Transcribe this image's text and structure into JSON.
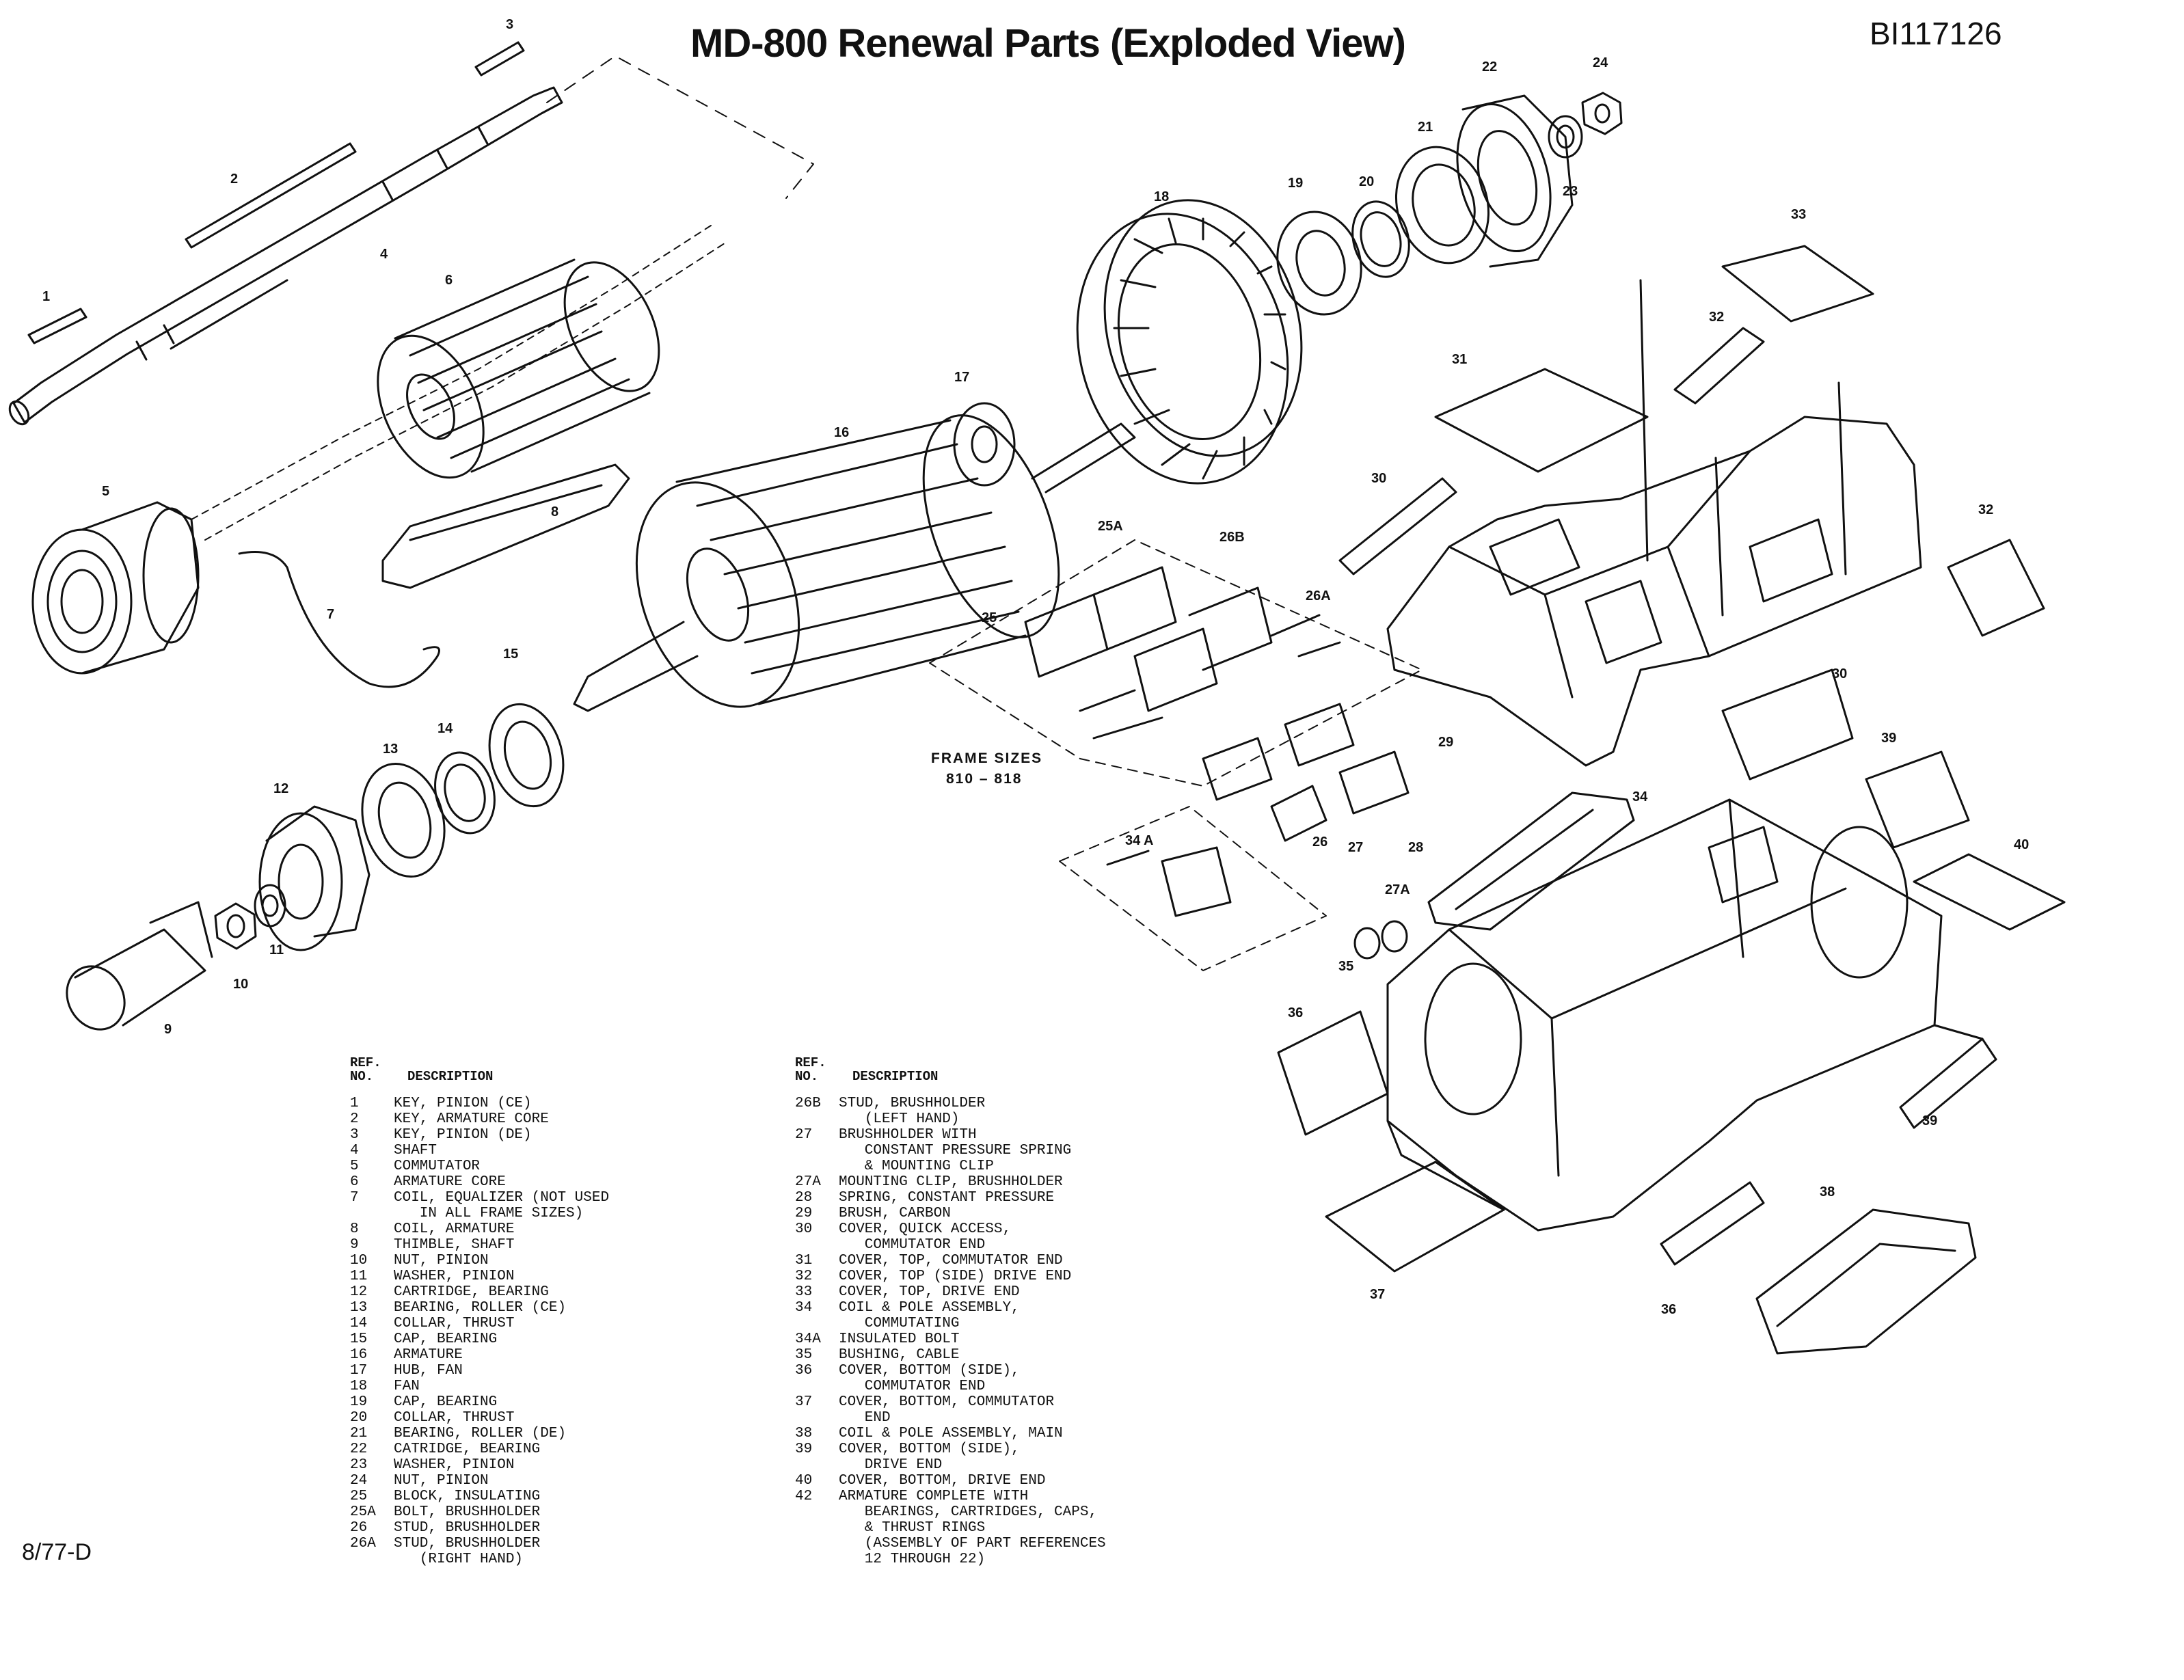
{
  "title": "MD-800 Renewal Parts (Exploded View)",
  "document_id": "BI117126",
  "revision_code": "8/77-D",
  "frame_sizes_label": "FRAME SIZES",
  "frame_sizes_range": "810 – 818",
  "legend": {
    "ref_header": "REF.\nNO.",
    "desc_header": "DESCRIPTION",
    "left": [
      {
        "ref": "1",
        "desc": "KEY, PINION (CE)"
      },
      {
        "ref": "2",
        "desc": "KEY, ARMATURE CORE"
      },
      {
        "ref": "3",
        "desc": "KEY, PINION (DE)"
      },
      {
        "ref": "4",
        "desc": "SHAFT"
      },
      {
        "ref": "5",
        "desc": "COMMUTATOR"
      },
      {
        "ref": "6",
        "desc": "ARMATURE CORE"
      },
      {
        "ref": "7",
        "desc": "COIL, EQUALIZER (NOT USED\n   IN ALL FRAME SIZES)"
      },
      {
        "ref": "8",
        "desc": "COIL, ARMATURE"
      },
      {
        "ref": "9",
        "desc": "THIMBLE, SHAFT"
      },
      {
        "ref": "10",
        "desc": "NUT, PINION"
      },
      {
        "ref": "11",
        "desc": "WASHER, PINION"
      },
      {
        "ref": "12",
        "desc": "CARTRIDGE, BEARING"
      },
      {
        "ref": "13",
        "desc": "BEARING, ROLLER (CE)"
      },
      {
        "ref": "14",
        "desc": "COLLAR, THRUST"
      },
      {
        "ref": "15",
        "desc": "CAP, BEARING"
      },
      {
        "ref": "16",
        "desc": "ARMATURE"
      },
      {
        "ref": "17",
        "desc": "HUB, FAN"
      },
      {
        "ref": "18",
        "desc": "FAN"
      },
      {
        "ref": "19",
        "desc": "CAP, BEARING"
      },
      {
        "ref": "20",
        "desc": "COLLAR, THRUST"
      },
      {
        "ref": "21",
        "desc": "BEARING, ROLLER (DE)"
      },
      {
        "ref": "22",
        "desc": "CATRIDGE, BEARING"
      },
      {
        "ref": "23",
        "desc": "WASHER, PINION"
      },
      {
        "ref": "24",
        "desc": "NUT, PINION"
      },
      {
        "ref": "25",
        "desc": "BLOCK, INSULATING"
      },
      {
        "ref": "25A",
        "desc": "BOLT, BRUSHHOLDER"
      },
      {
        "ref": "26",
        "desc": "STUD, BRUSHHOLDER"
      },
      {
        "ref": "26A",
        "desc": "STUD, BRUSHHOLDER\n   (RIGHT HAND)"
      }
    ],
    "right": [
      {
        "ref": "26B",
        "desc": "STUD, BRUSHHOLDER\n   (LEFT HAND)"
      },
      {
        "ref": "27",
        "desc": "BRUSHHOLDER WITH\n   CONSTANT PRESSURE SPRING\n   & MOUNTING CLIP"
      },
      {
        "ref": "27A",
        "desc": "MOUNTING CLIP, BRUSHHOLDER"
      },
      {
        "ref": "28",
        "desc": "SPRING, CONSTANT PRESSURE"
      },
      {
        "ref": "29",
        "desc": "BRUSH, CARBON"
      },
      {
        "ref": "30",
        "desc": "COVER, QUICK ACCESS,\n   COMMUTATOR END"
      },
      {
        "ref": "31",
        "desc": "COVER, TOP, COMMUTATOR END"
      },
      {
        "ref": "32",
        "desc": "COVER, TOP (SIDE) DRIVE END"
      },
      {
        "ref": "33",
        "desc": "COVER, TOP, DRIVE END"
      },
      {
        "ref": "34",
        "desc": "COIL & POLE ASSEMBLY,\n   COMMUTATING"
      },
      {
        "ref": "34A",
        "desc": "INSULATED BOLT"
      },
      {
        "ref": "35",
        "desc": "BUSHING, CABLE"
      },
      {
        "ref": "36",
        "desc": "COVER, BOTTOM (SIDE),\n   COMMUTATOR END"
      },
      {
        "ref": "37",
        "desc": "COVER, BOTTOM, COMMUTATOR\n   END"
      },
      {
        "ref": "38",
        "desc": "COIL & POLE ASSEMBLY, MAIN"
      },
      {
        "ref": "39",
        "desc": "COVER, BOTTOM (SIDE),\n   DRIVE END"
      },
      {
        "ref": "40",
        "desc": "COVER, BOTTOM, DRIVE END"
      },
      {
        "ref": "42",
        "desc": "ARMATURE COMPLETE WITH\n   BEARINGS, CARTRIDGES, CAPS,\n   & THRUST RINGS\n   (ASSEMBLY OF PART REFERENCES\n   12 THROUGH 22)"
      }
    ]
  },
  "callouts": [
    "1",
    "2",
    "3",
    "4",
    "5",
    "6",
    "7",
    "8",
    "9",
    "10",
    "11",
    "12",
    "13",
    "14",
    "15",
    "16",
    "17",
    "18",
    "19",
    "20",
    "21",
    "22",
    "23",
    "24",
    "25",
    "25A",
    "26",
    "26A",
    "26B",
    "27",
    "27A",
    "28",
    "29",
    "30",
    "30",
    "31",
    "32",
    "32",
    "33",
    "34",
    "34 A",
    "35",
    "36",
    "36",
    "37",
    "38",
    "39",
    "39",
    "40"
  ]
}
